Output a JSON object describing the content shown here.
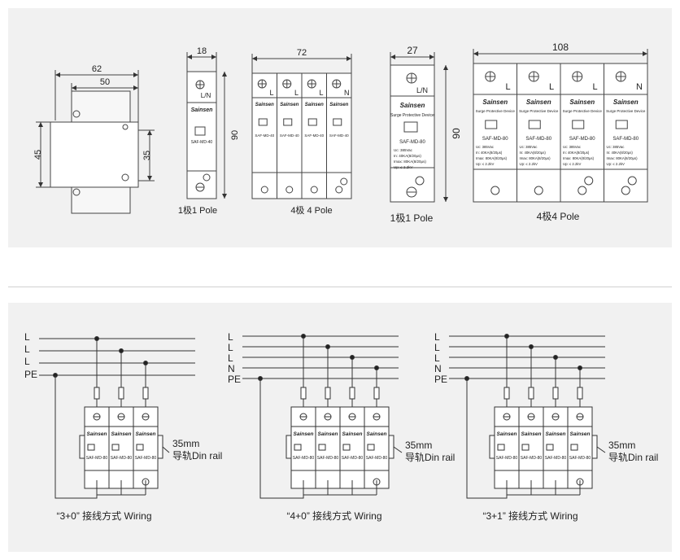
{
  "top": {
    "dim_62": "62",
    "dim_50": "50",
    "dim_45": "45",
    "dim_35": "35",
    "dim_18": "18",
    "dim_72": "72",
    "dim_27": "27",
    "dim_108": "108",
    "dim_90_a": "90",
    "dim_90_b": "90",
    "caption_1p_small": "1极1 Pole",
    "caption_4p_small": "4极 4 Pole",
    "caption_1p_large": "1极1 Pole",
    "caption_4p_large": "4极4 Pole",
    "brand": "Sainsen",
    "device_name": "Surge Protective Device",
    "model_40": "SAF-MD-40",
    "model_80": "SAF-MD-80",
    "spec_uc": "Uc:  385Vac",
    "spec_in": "In:   40KA(8/20μs)",
    "spec_imax": "Imax: 80KA(8/20μs)",
    "spec_up": "Up:  ≤ 2.2kV",
    "label_L": "L",
    "label_N": "N",
    "label_LN": "L/N"
  },
  "bottom": {
    "lines_3": [
      "L",
      "L",
      "L",
      "PE"
    ],
    "lines_4": [
      "L",
      "L",
      "L",
      "N",
      "PE"
    ],
    "din_rail_mm": "35mm",
    "din_rail_label": "导轨Din rail",
    "caption_3_0": "“3+0”  接线方式 Wiring",
    "caption_4_0": "“4+0”  接线方式 Wiring",
    "caption_3_1": "“3+1”  接线方式 Wiring",
    "brand": "Sainsen",
    "model": "SAF-MD-80"
  },
  "colors": {
    "panel_bg": "#f1f1f1",
    "line": "#333333",
    "module_fill": "#ffffff"
  }
}
